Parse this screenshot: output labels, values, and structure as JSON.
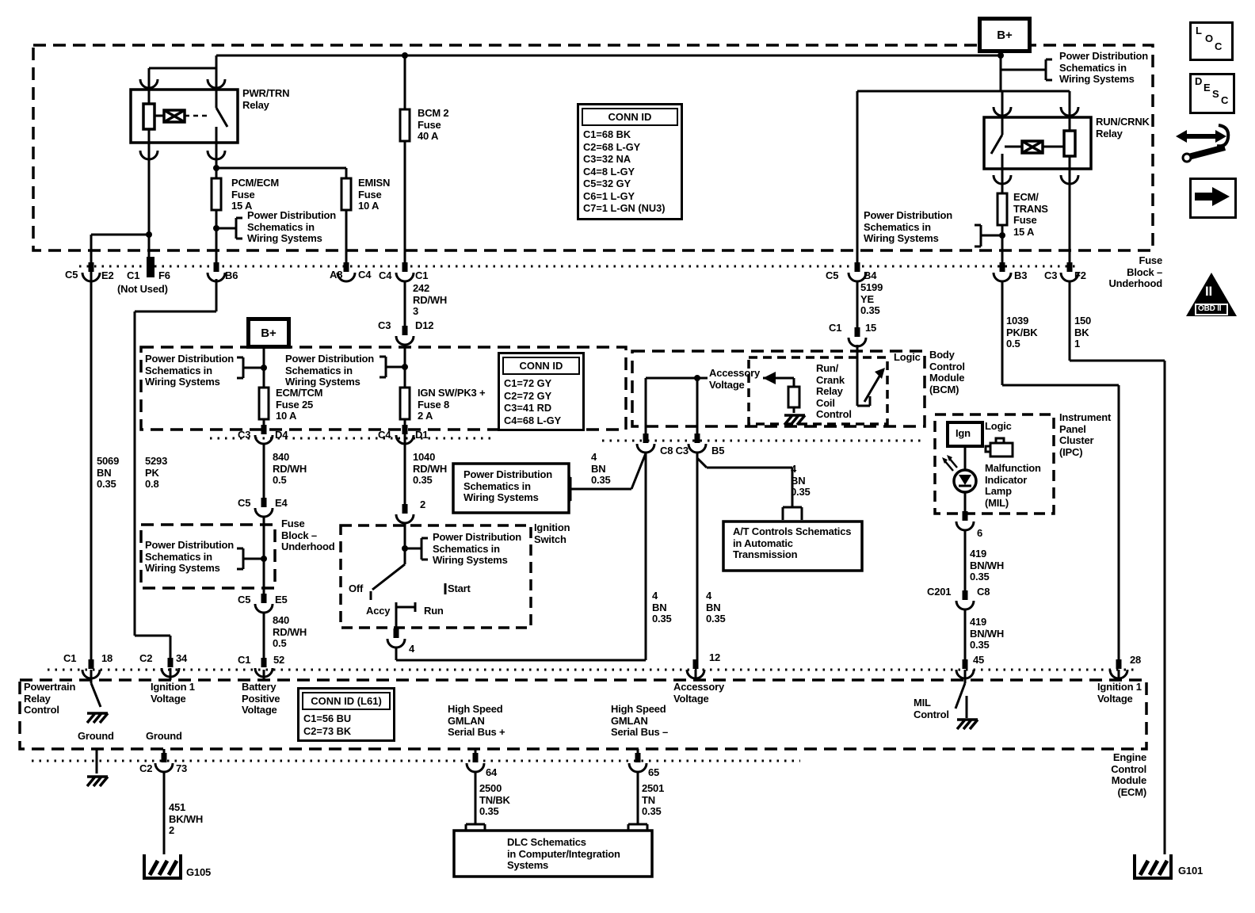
{
  "colors": {
    "ink": "#000000",
    "paper": "#ffffff"
  },
  "labels": {
    "pwr_trn_relay": "PWR/TRN\nRelay",
    "bcm2_fuse": "BCM 2\nFuse\n40 A",
    "pcm_ecm_fuse": "PCM/ECM\nFuse\n15 A",
    "emisn_fuse": "EMISN\nFuse\n10 A",
    "pds": "Power Distribution\nSchematics in\nWiring Systems",
    "run_crnk_relay": "RUN/CRNK\nRelay",
    "ecm_trans_fuse": "ECM/\nTRANS\nFuse\n15 A",
    "fuse_block_underhood": "Fuse\nBlock –\nUnderhood",
    "ecm_tcm_fuse": "ECM/TCM\nFuse 25\n10 A",
    "ign_sw_fuse": "IGN SW/PK3 +\nFuse 8\n2 A",
    "b_plus": "B+",
    "logic": "Logic",
    "bcm": "Body\nControl\nModule\n(BCM)",
    "run_crank_coil": "Run/\nCrank\nRelay\nCoil\nControl",
    "accessory_voltage": "Accessory\nVoltage",
    "ipc": "Instrument\nPanel\nCluster\n(IPC)",
    "ign": "Ign",
    "mil": "Malfunction\nIndicator\nLamp\n(MIL)",
    "ignition_switch": "Ignition\nSwitch",
    "off": "Off",
    "accy": "Accy",
    "run": "Run",
    "start": "Start",
    "at_controls": "A/T Controls Schematics\nin Automatic\nTransmission",
    "powertrain_relay_control": "Powertrain\nRelay\nControl",
    "ground": "Ground",
    "ignition1_voltage": "Ignition 1\nVoltage",
    "battery_positive_voltage": "Battery\nPositive\nVoltage",
    "hs_gmlan_plus": "High Speed\nGMLAN\nSerial Bus +",
    "hs_gmlan_minus": "High Speed\nGMLAN\nSerial Bus –",
    "mil_control": "MIL\nControl",
    "ecm": "Engine\nControl\nModule\n(ECM)",
    "dlc": "DLC Schematics\nin Computer/Integration\nSystems",
    "not_used": "(Not Used)",
    "g105": "G105",
    "g101": "G101"
  },
  "wires": {
    "w5069": "5069\nBN\n0.35",
    "w5293": "5293\nPK\n0.8",
    "w242": "242\nRD/WH\n3",
    "w5199": "5199\nYE\n0.35",
    "w1039": "1039\nPK/BK\n0.5",
    "w150": "150\nBK\n1",
    "w840": "840\nRD/WH\n0.5",
    "w1040": "1040\nRD/WH\n0.35",
    "w4bn": "4\nBN\n0.35",
    "w419": "419\nBN/WH\n0.35",
    "w451": "451\nBK/WH\n2",
    "w2500": "2500\nTN/BK\n0.35",
    "w2501": "2501\nTN\n0.35"
  },
  "pins": {
    "c5": "C5",
    "e2": "E2",
    "c1": "C1",
    "f6": "F6",
    "b6": "B6",
    "a8": "A8",
    "c4": "C4",
    "c3": "C3",
    "d12": "D12",
    "b4": "B4",
    "n15": "15",
    "b3": "B3",
    "f2": "F2",
    "d4": "D4",
    "e4": "E4",
    "e5": "E5",
    "n52": "52",
    "d1": "D1",
    "n2": "2",
    "n4": "4",
    "c8c3": "C8 C3",
    "b5": "B5",
    "n18": "18",
    "c2": "C2",
    "n34": "34",
    "n12": "12",
    "n45": "45",
    "n28": "28",
    "n6": "6",
    "c201": "C201",
    "c8": "C8",
    "n73": "73",
    "n64": "64",
    "n65": "65"
  },
  "conn_id_1": {
    "title": "CONN ID",
    "rows": [
      "C1=68 BK",
      "C2=68 L-GY",
      "C3=32 NA",
      "C4=8 L-GY",
      "C5=32 GY",
      "C6=1 L-GY",
      "C7=1 L-GN (NU3)"
    ]
  },
  "conn_id_2": {
    "title": "CONN ID",
    "rows": [
      "C1=72 GY",
      "C2=72 GY",
      "C3=41 RD",
      "C4=68 L-GY"
    ]
  },
  "conn_id_l61": {
    "title": "CONN ID (L61)",
    "rows": [
      "C1=56 BU",
      "C2=73 BK"
    ]
  },
  "legend": {
    "loc": [
      "L",
      "O",
      "C"
    ],
    "desc": [
      "D",
      "E",
      "S",
      "C"
    ],
    "obd_numeral": "II",
    "obd_label": "OBD II"
  }
}
